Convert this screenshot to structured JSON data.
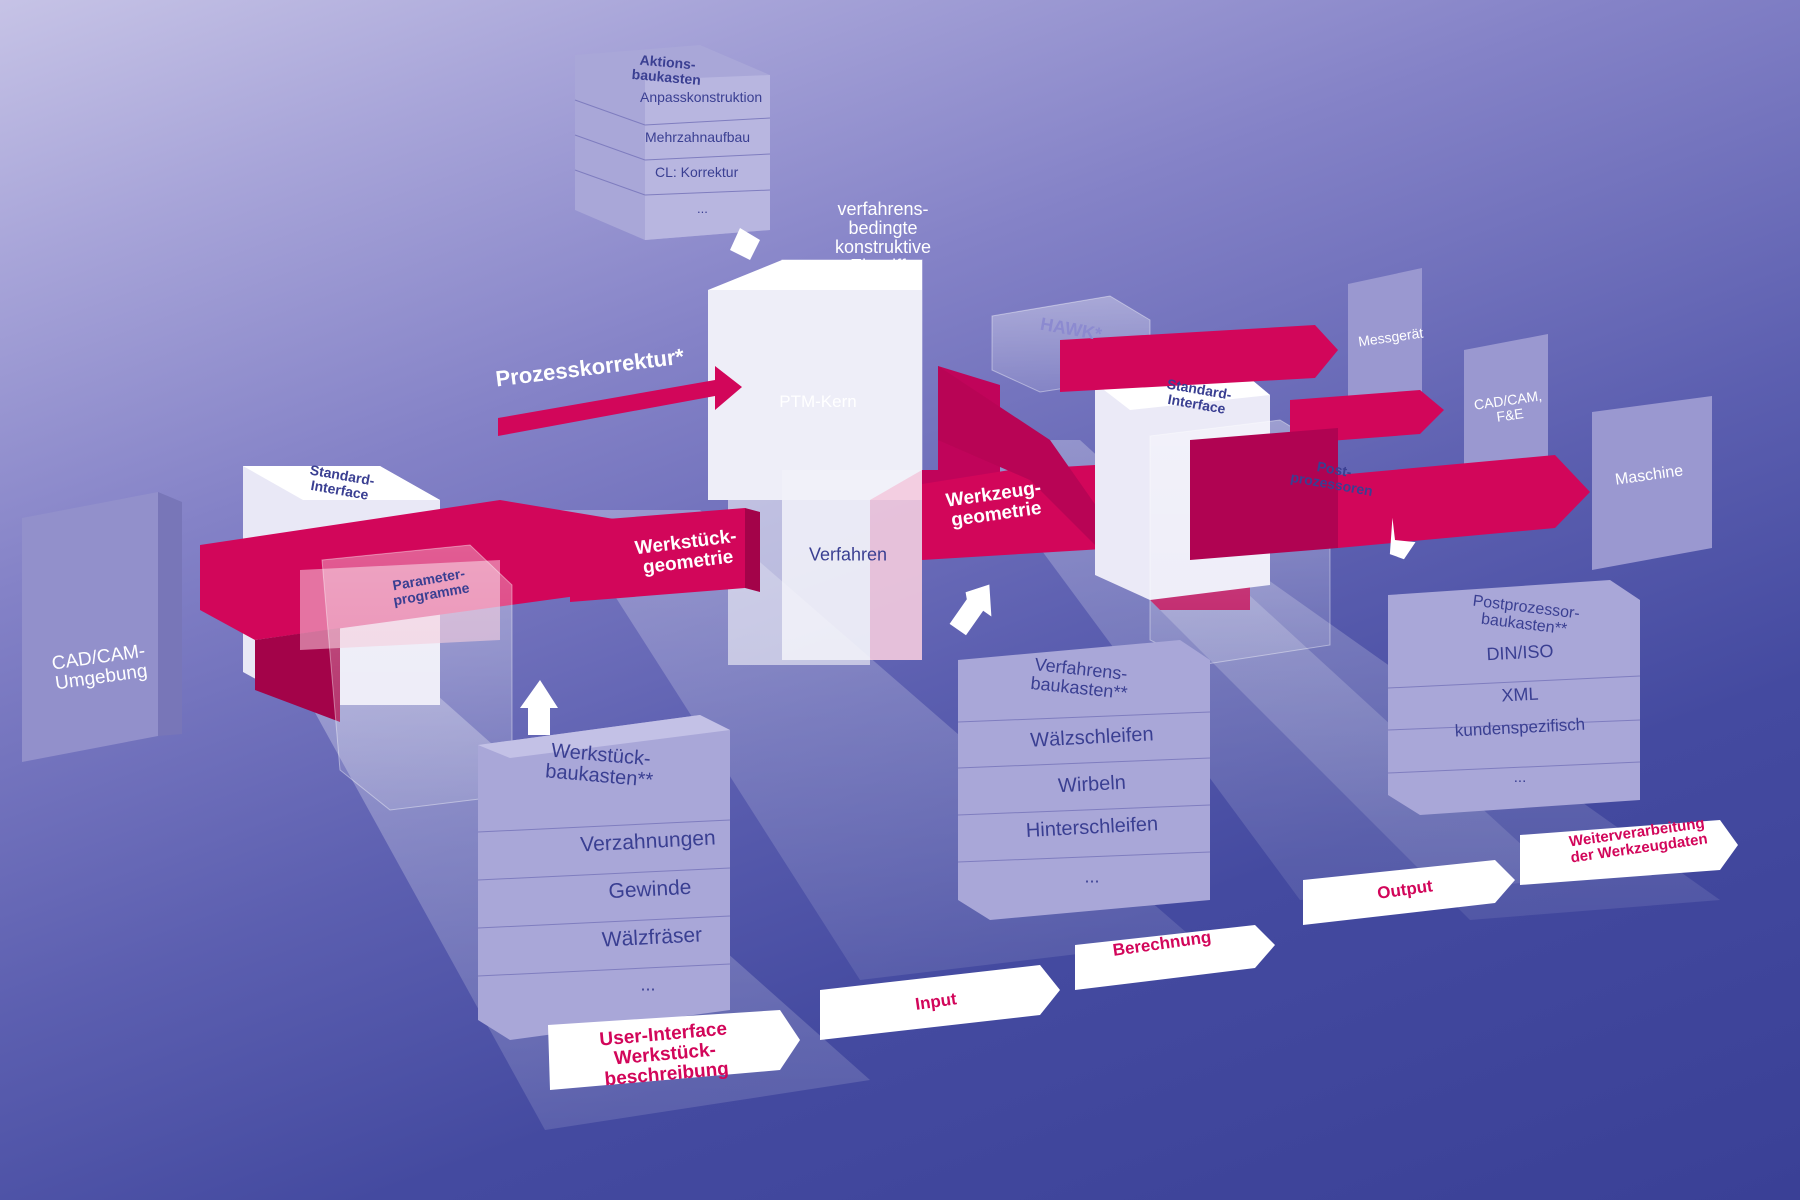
{
  "colors": {
    "background": "#3b3f96",
    "accent_red": "#d2065a",
    "box_lavender": "#9c9ad4",
    "text_navy": "#3a3f92"
  },
  "header": {
    "process_correction": "Prozesskorrektur*",
    "ptm_kern": "PTM-Kern",
    "verfahren": "Verfahren",
    "verfahrensbedingte": [
      "verfahrens-",
      "bedingte",
      "konstruktive",
      "Eingriffe"
    ]
  },
  "actions": {
    "title": [
      "Aktions-",
      "baukasten"
    ],
    "items": [
      "Anpasskonstruktion",
      "Mehrzahnaufbau",
      "CL: Korrektur",
      "..."
    ]
  },
  "left": {
    "cad_cam": [
      "CAD/CAM-",
      "Umgebung"
    ],
    "standard_interface": [
      "Standard-",
      "Interface"
    ],
    "parameter": [
      "Parameter-",
      "programme"
    ],
    "werkstueck_geometrie": [
      "Werkstück-",
      "geometrie"
    ],
    "stack_title": [
      "Werkstück-",
      "baukasten**"
    ],
    "stack_items": [
      "Verzahnungen",
      "Gewinde",
      "Wälzfräser",
      "..."
    ],
    "footer": [
      "User-Interface",
      "Werkstück-",
      "beschreibung"
    ]
  },
  "center": {
    "werkzeug_geometrie": [
      "Werkzeug-",
      "geometrie"
    ],
    "stack_title": [
      "Verfahrens-",
      "baukasten**"
    ],
    "stack_items": [
      "Wälzschleifen",
      "Wirbeln",
      "Hinterschleifen",
      "..."
    ],
    "input": "Input",
    "footer": "Berechnung"
  },
  "right": {
    "hawk": "HAWK*",
    "standard_interface": [
      "Standard-",
      "Interface"
    ],
    "post": [
      "Post-",
      "prozessoren"
    ],
    "stack_title": [
      "Postprozessor-",
      "baukasten**"
    ],
    "stack_items": [
      "DIN/ISO",
      "XML",
      "kundenspezifisch",
      "..."
    ],
    "outputs": {
      "messgeraet": "Messgerät",
      "cad_cam": [
        "CAD/CAM,",
        "F&E"
      ],
      "maschine": "Maschine"
    },
    "output": "Output",
    "footer": [
      "Weiterverarbeitung",
      "der Werkzeugdaten"
    ]
  }
}
